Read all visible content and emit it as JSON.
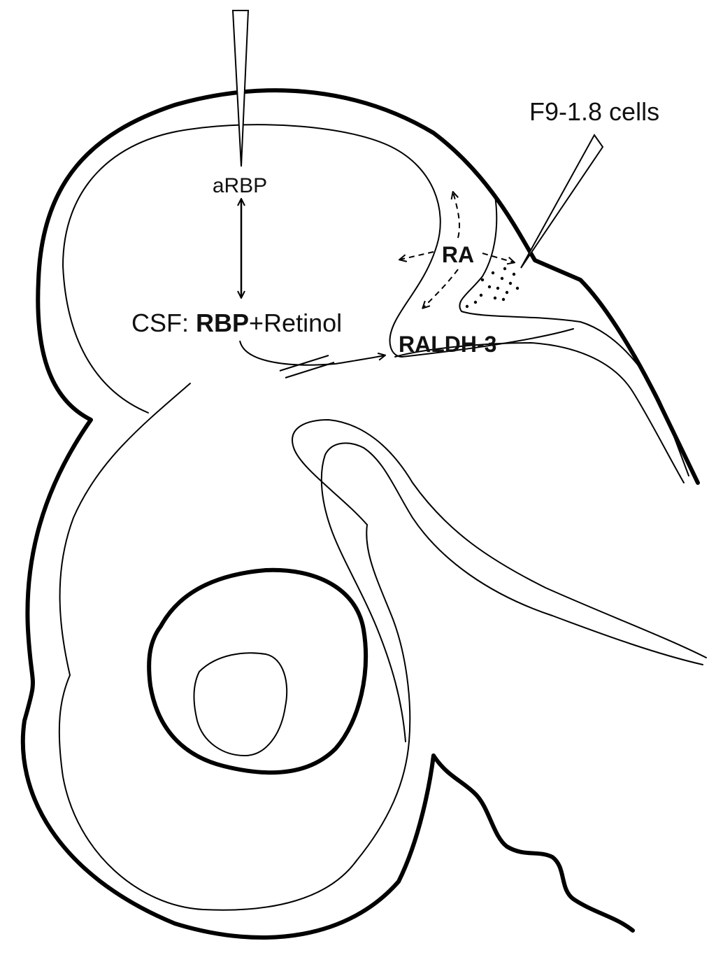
{
  "labels": {
    "arbp": "aRBP",
    "csf_prefix": "CSF: ",
    "rbp": "RBP",
    "retinol": "+Retinol",
    "ra": "RA",
    "raldh3": "RALDH-3",
    "f9_cells": "F9-1.8 cells"
  },
  "colors": {
    "line": "#000000",
    "background": "#ffffff"
  }
}
